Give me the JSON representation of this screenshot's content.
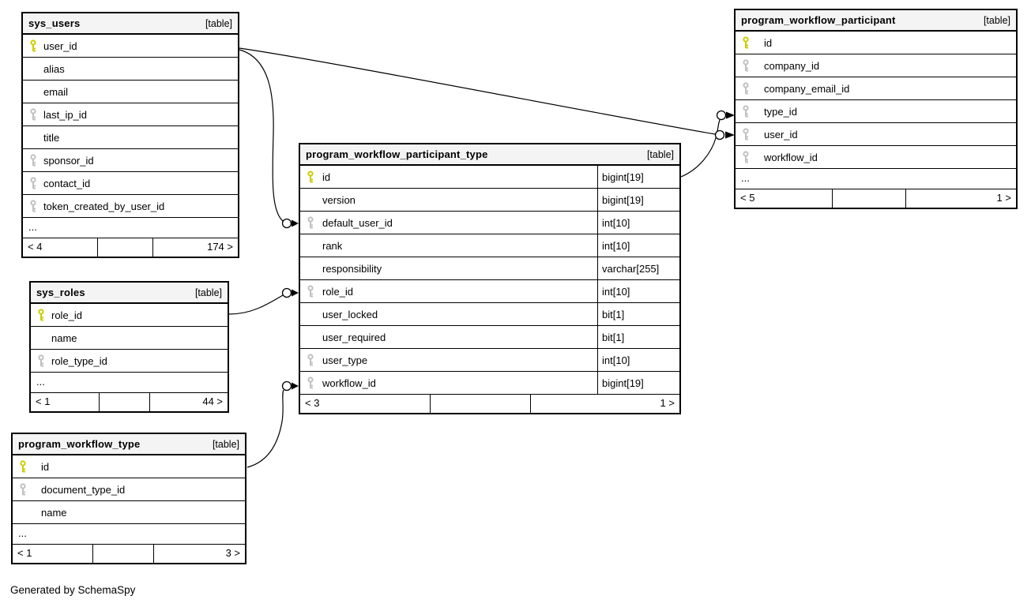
{
  "diagram": {
    "generated_note": "Generated by SchemaSpy",
    "ellipsis": "..."
  },
  "colors": {
    "primary_key": "#cccc00",
    "foreign_key": "#c0c0c0",
    "header_bg": "#f4f4f4",
    "line": "#000000"
  },
  "tables": [
    {
      "id": "sys_users",
      "name": "sys_users",
      "type_label": "[table]",
      "truncated": true,
      "footer": {
        "left": "< 4",
        "middle": "",
        "right": "174 >"
      },
      "columns": [
        {
          "name": "user_id",
          "key": "primary"
        },
        {
          "name": "alias",
          "key": null
        },
        {
          "name": "email",
          "key": null
        },
        {
          "name": "last_ip_id",
          "key": "foreign"
        },
        {
          "name": "title",
          "key": null
        },
        {
          "name": "sponsor_id",
          "key": "foreign"
        },
        {
          "name": "contact_id",
          "key": "foreign"
        },
        {
          "name": "token_created_by_user_id",
          "key": "foreign"
        }
      ]
    },
    {
      "id": "sys_roles",
      "name": "sys_roles",
      "type_label": "[table]",
      "truncated": true,
      "footer": {
        "left": "< 1",
        "middle": "",
        "right": "44 >"
      },
      "columns": [
        {
          "name": "role_id",
          "key": "primary"
        },
        {
          "name": "name",
          "key": null
        },
        {
          "name": "role_type_id",
          "key": "foreign"
        }
      ]
    },
    {
      "id": "program_workflow_type",
      "name": "program_workflow_type",
      "type_label": "[table]",
      "truncated": true,
      "footer": {
        "left": "< 1",
        "middle": "",
        "right": "3 >"
      },
      "columns": [
        {
          "name": "id",
          "key": "primary"
        },
        {
          "name": "document_type_id",
          "key": "foreign"
        },
        {
          "name": "name",
          "key": null
        }
      ]
    },
    {
      "id": "program_workflow_participant_type",
      "name": "program_workflow_participant_type",
      "type_label": "[table]",
      "truncated": false,
      "footer": {
        "left": "< 3",
        "middle": "",
        "right": "1 >"
      },
      "columns": [
        {
          "name": "id",
          "key": "primary",
          "type": "bigint[19]"
        },
        {
          "name": "version",
          "key": null,
          "type": "bigint[19]"
        },
        {
          "name": "default_user_id",
          "key": "foreign",
          "type": "int[10]"
        },
        {
          "name": "rank",
          "key": null,
          "type": "int[10]"
        },
        {
          "name": "responsibility",
          "key": null,
          "type": "varchar[255]"
        },
        {
          "name": "role_id",
          "key": "foreign",
          "type": "int[10]"
        },
        {
          "name": "user_locked",
          "key": null,
          "type": "bit[1]"
        },
        {
          "name": "user_required",
          "key": null,
          "type": "bit[1]"
        },
        {
          "name": "user_type",
          "key": "foreign",
          "type": "int[10]"
        },
        {
          "name": "workflow_id",
          "key": "foreign",
          "type": "bigint[19]"
        }
      ]
    },
    {
      "id": "program_workflow_participant",
      "name": "program_workflow_participant",
      "type_label": "[table]",
      "truncated": true,
      "footer": {
        "left": "< 5",
        "middle": "",
        "right": "1 >"
      },
      "columns": [
        {
          "name": "id",
          "key": "primary"
        },
        {
          "name": "company_id",
          "key": "foreign"
        },
        {
          "name": "company_email_id",
          "key": "foreign"
        },
        {
          "name": "type_id",
          "key": "foreign"
        },
        {
          "name": "user_id",
          "key": "foreign"
        },
        {
          "name": "workflow_id",
          "key": "foreign"
        }
      ]
    }
  ],
  "relationships": [
    {
      "from": "sys_users.user_id",
      "to": "program_workflow_participant.user_id"
    },
    {
      "from": "sys_users.user_id",
      "to": "program_workflow_participant_type.default_user_id"
    },
    {
      "from": "sys_roles.role_id",
      "to": "program_workflow_participant_type.role_id"
    },
    {
      "from": "program_workflow_type.id",
      "to": "program_workflow_participant_type.workflow_id"
    },
    {
      "from": "program_workflow_participant_type.id",
      "to": "program_workflow_participant.type_id"
    }
  ]
}
